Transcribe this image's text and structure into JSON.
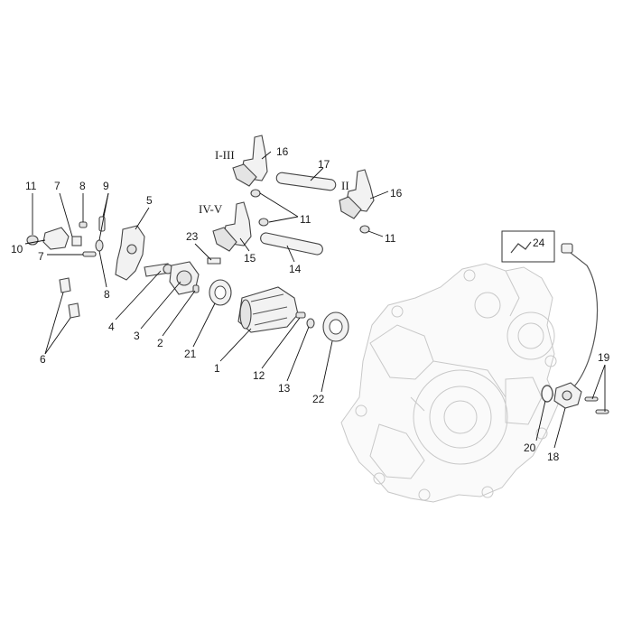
{
  "diagram": {
    "callouts": [
      {
        "id": "c11a",
        "text": "11"
      },
      {
        "id": "c7a",
        "text": "7"
      },
      {
        "id": "c8a",
        "text": "8"
      },
      {
        "id": "c9",
        "text": "9"
      },
      {
        "id": "c5",
        "text": "5"
      },
      {
        "id": "c10",
        "text": "10"
      },
      {
        "id": "c7b",
        "text": "7"
      },
      {
        "id": "c8b",
        "text": "8"
      },
      {
        "id": "c6",
        "text": "6"
      },
      {
        "id": "c4",
        "text": "4"
      },
      {
        "id": "c3",
        "text": "3"
      },
      {
        "id": "c2",
        "text": "2"
      },
      {
        "id": "c21",
        "text": "21"
      },
      {
        "id": "c1",
        "text": "1"
      },
      {
        "id": "c12",
        "text": "12"
      },
      {
        "id": "c13",
        "text": "13"
      },
      {
        "id": "c22",
        "text": "22"
      },
      {
        "id": "c23",
        "text": "23"
      },
      {
        "id": "c15",
        "text": "15"
      },
      {
        "id": "c14",
        "text": "14"
      },
      {
        "id": "c16a",
        "text": "16"
      },
      {
        "id": "c17",
        "text": "17"
      },
      {
        "id": "c11b",
        "text": "11"
      },
      {
        "id": "c16b",
        "text": "16"
      },
      {
        "id": "c11c",
        "text": "11"
      },
      {
        "id": "c24",
        "text": "24"
      },
      {
        "id": "c19",
        "text": "19"
      },
      {
        "id": "c20",
        "text": "20"
      },
      {
        "id": "c18",
        "text": "18"
      }
    ],
    "fork_labels": {
      "fork_1_3": "I-III",
      "fork_4_5": "IV-V",
      "fork_2": "II"
    }
  }
}
